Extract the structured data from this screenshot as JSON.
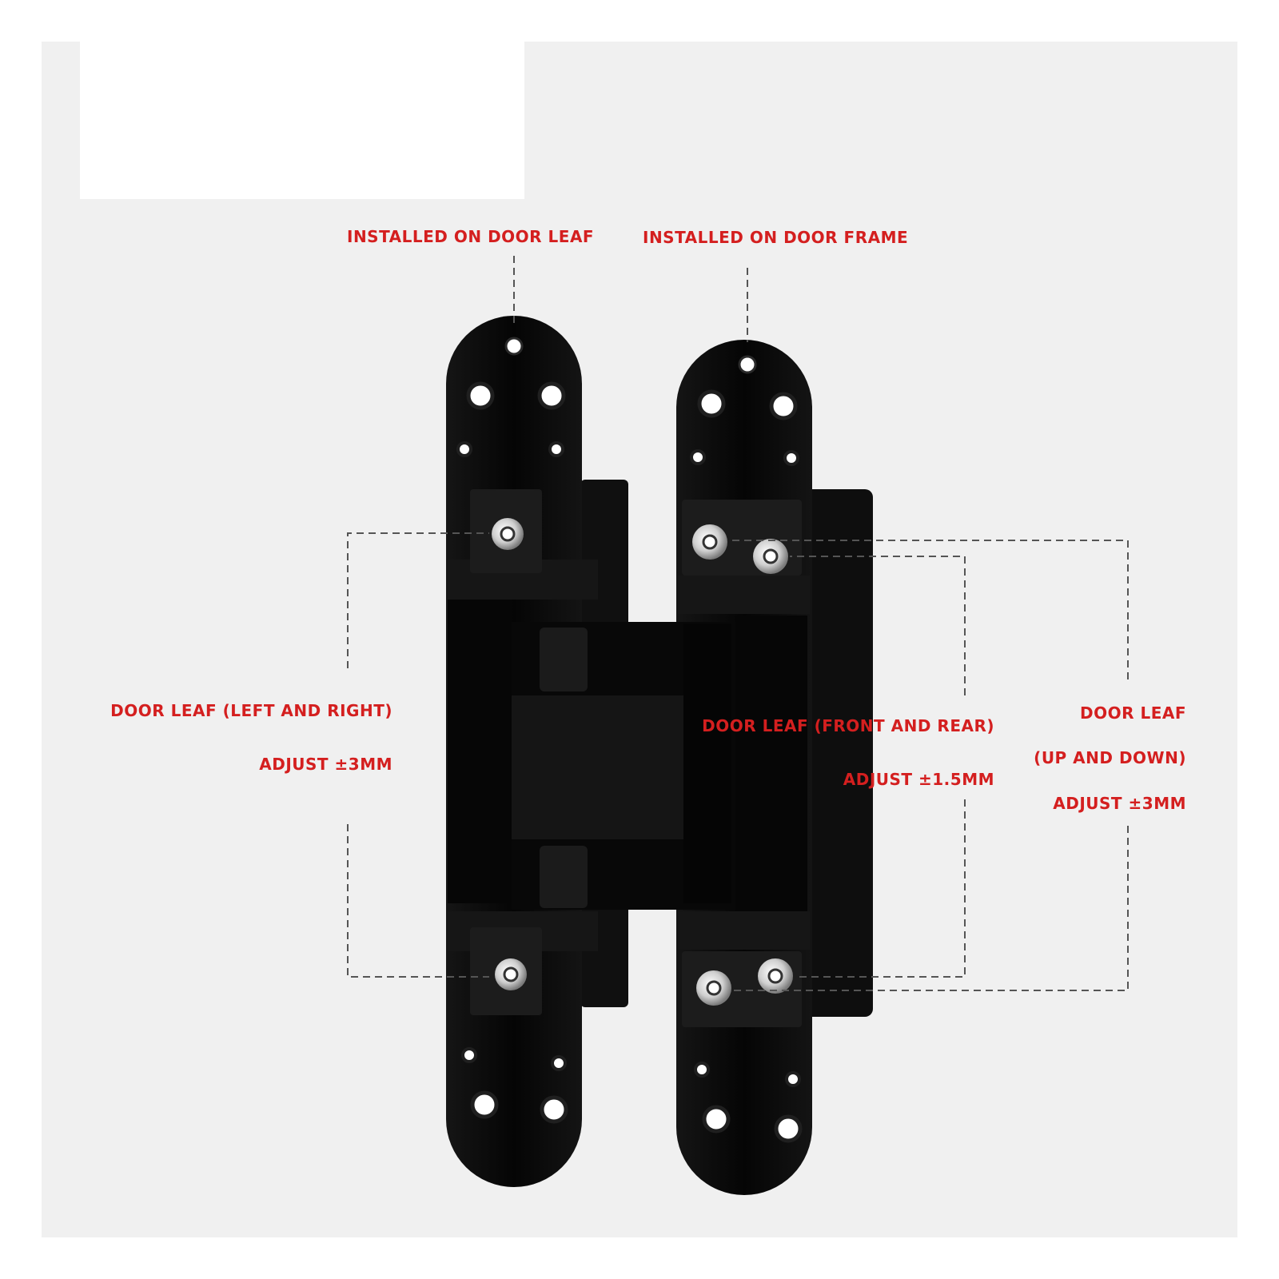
{
  "labels": {
    "door_leaf_install": "INSTALLED ON DOOR LEAF",
    "door_frame_install": "INSTALLED ON DOOR FRAME",
    "left_right_title": "DOOR LEAF (LEFT AND RIGHT)",
    "left_right_adjust": "ADJUST ±3MM",
    "front_rear_title": "DOOR LEAF (FRONT AND REAR)",
    "front_rear_adjust": "ADJUST ±1.5MM",
    "up_down_title": "DOOR LEAF",
    "up_down_subtitle": "(UP AND DOWN)",
    "up_down_adjust": "ADJUST ±3MM"
  },
  "colors": {
    "label_text": "#d41f1f",
    "leader_line": "#555555",
    "hinge_body": "#0c0c0c",
    "background": "#f0f0f0"
  }
}
